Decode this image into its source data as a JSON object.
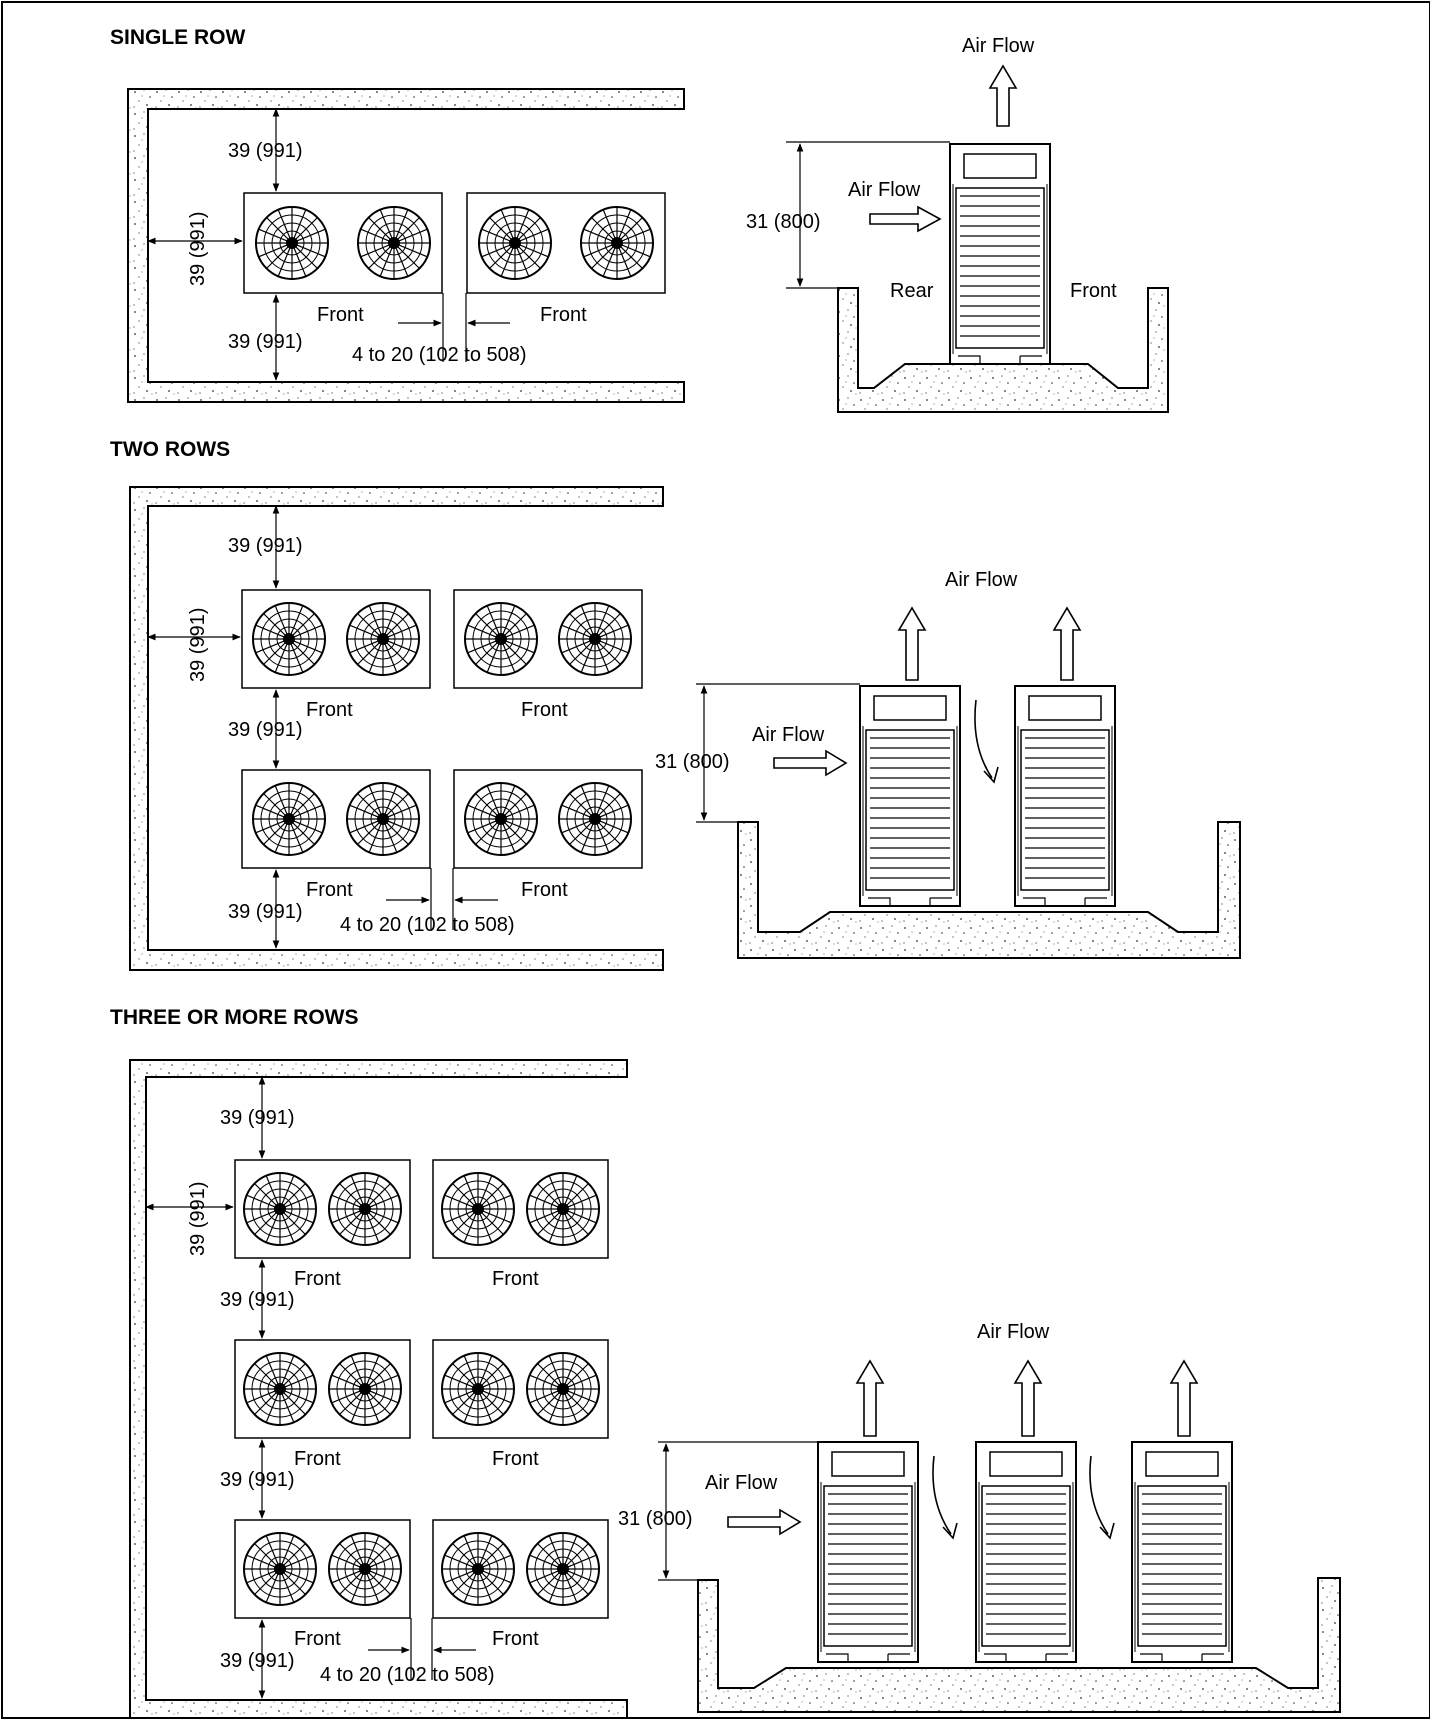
{
  "sections": {
    "single": {
      "heading": "SINGLE ROW",
      "clear_top": "39 (991)",
      "clear_side": "39 (991)",
      "clear_bottom": "39 (991)",
      "front_left": "Front",
      "front_right": "Front",
      "gap": "4 to 20 (102 to 508)",
      "air_flow_top": "Air Flow",
      "air_flow_side": "Air Flow",
      "height": "31 (800)",
      "rear": "Rear",
      "front_side": "Front"
    },
    "two": {
      "heading": "TWO ROWS",
      "clear_top": "39 (991)",
      "clear_side": "39 (991)",
      "clear_mid": "39 (991)",
      "clear_bottom": "39 (991)",
      "row1_front_left": "Front",
      "row1_front_right": "Front",
      "row2_front_left": "Front",
      "row2_front_right": "Front",
      "gap": "4 to 20 (102 to 508)",
      "air_flow_top": "Air Flow",
      "air_flow_side": "Air Flow",
      "height": "31 (800)"
    },
    "three": {
      "heading": "THREE OR MORE ROWS",
      "clear_top": "39 (991)",
      "clear_side": "39 (991)",
      "clear_mid1": "39 (991)",
      "clear_mid2": "39 (991)",
      "clear_bottom": "39 (991)",
      "row1_front_left": "Front",
      "row1_front_right": "Front",
      "row2_front_left": "Front",
      "row2_front_right": "Front",
      "row3_front_left": "Front",
      "row3_front_right": "Front",
      "gap": "4 to 20 (102 to 508)",
      "air_flow_top": "Air Flow",
      "air_flow_side": "Air Flow",
      "height": "31 (800)"
    }
  }
}
